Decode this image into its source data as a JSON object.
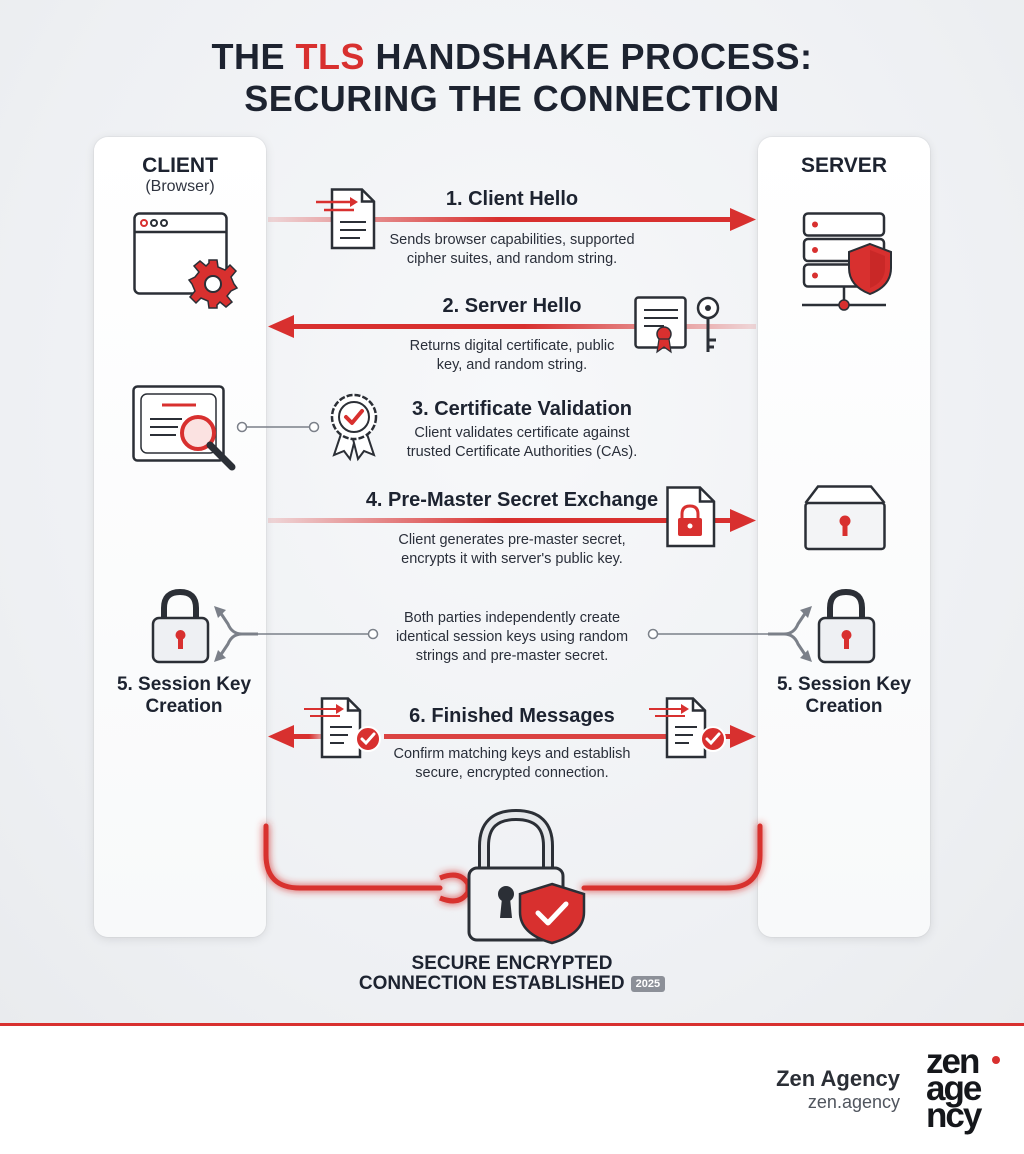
{
  "title": {
    "line1_pre": "THE ",
    "line1_accent": "TLS",
    "line1_post": " HANDSHAKE PROCESS:",
    "line2": "SECURING THE CONNECTION"
  },
  "columns": {
    "client": {
      "label": "CLIENT",
      "sublabel": "(Browser)"
    },
    "server": {
      "label": "SERVER"
    }
  },
  "steps": [
    {
      "title": "1. Client Hello",
      "description": "Sends browser capabilities, supported\ncipher suites, and random string.",
      "direction": "client-to-server"
    },
    {
      "title": "2. Server Hello",
      "description": "Returns digital certificate, public\nkey, and random string.",
      "direction": "server-to-client"
    },
    {
      "title": "3. Certificate Validation",
      "description": "Client validates certificate against\ntrusted Certificate Authorities (CAs).",
      "direction": "client-local"
    },
    {
      "title": "4. Pre-Master Secret Exchange",
      "description": "Client generates pre-master secret,\nencrypts it with server's public key.",
      "direction": "client-to-server"
    },
    {
      "title": "5. Session Key Creation",
      "description": "Both parties independently create\nidentical session keys using random\nstrings and pre-master secret.",
      "direction": "both"
    },
    {
      "title": "6. Finished Messages",
      "description": "Confirm matching keys and establish\nsecure, encrypted connection.",
      "direction": "bidirectional"
    }
  ],
  "session_labels": {
    "client": "5. Session Key\nCreation",
    "server": "5. Session Key\nCreation"
  },
  "final": {
    "line1": "SECURE ENCRYPTED",
    "line2": "CONNECTION ESTABLISHED",
    "year": "2025"
  },
  "footer": {
    "brand_name": "Zen Agency",
    "brand_url": "zen.agency",
    "logo_lines": [
      "zen",
      "age",
      "ncy"
    ]
  },
  "colors": {
    "accent": "#d8302f",
    "text": "#1d2330",
    "icon_stroke": "#2b2f36",
    "connector": "#7b8089"
  },
  "icons": {
    "client": [
      "browser-window-icon",
      "gear-icon",
      "certificate-magnifier-icon",
      "padlock-icon"
    ],
    "server": [
      "server-rack-icon",
      "shield-check-icon",
      "lockbox-icon",
      "padlock-icon"
    ],
    "steps": [
      "document-send-icon",
      "certificate-key-icon",
      "award-badge-icon",
      "locked-document-icon",
      "document-check-icon"
    ],
    "final": [
      "big-padlock-icon",
      "shield-check-icon"
    ]
  }
}
